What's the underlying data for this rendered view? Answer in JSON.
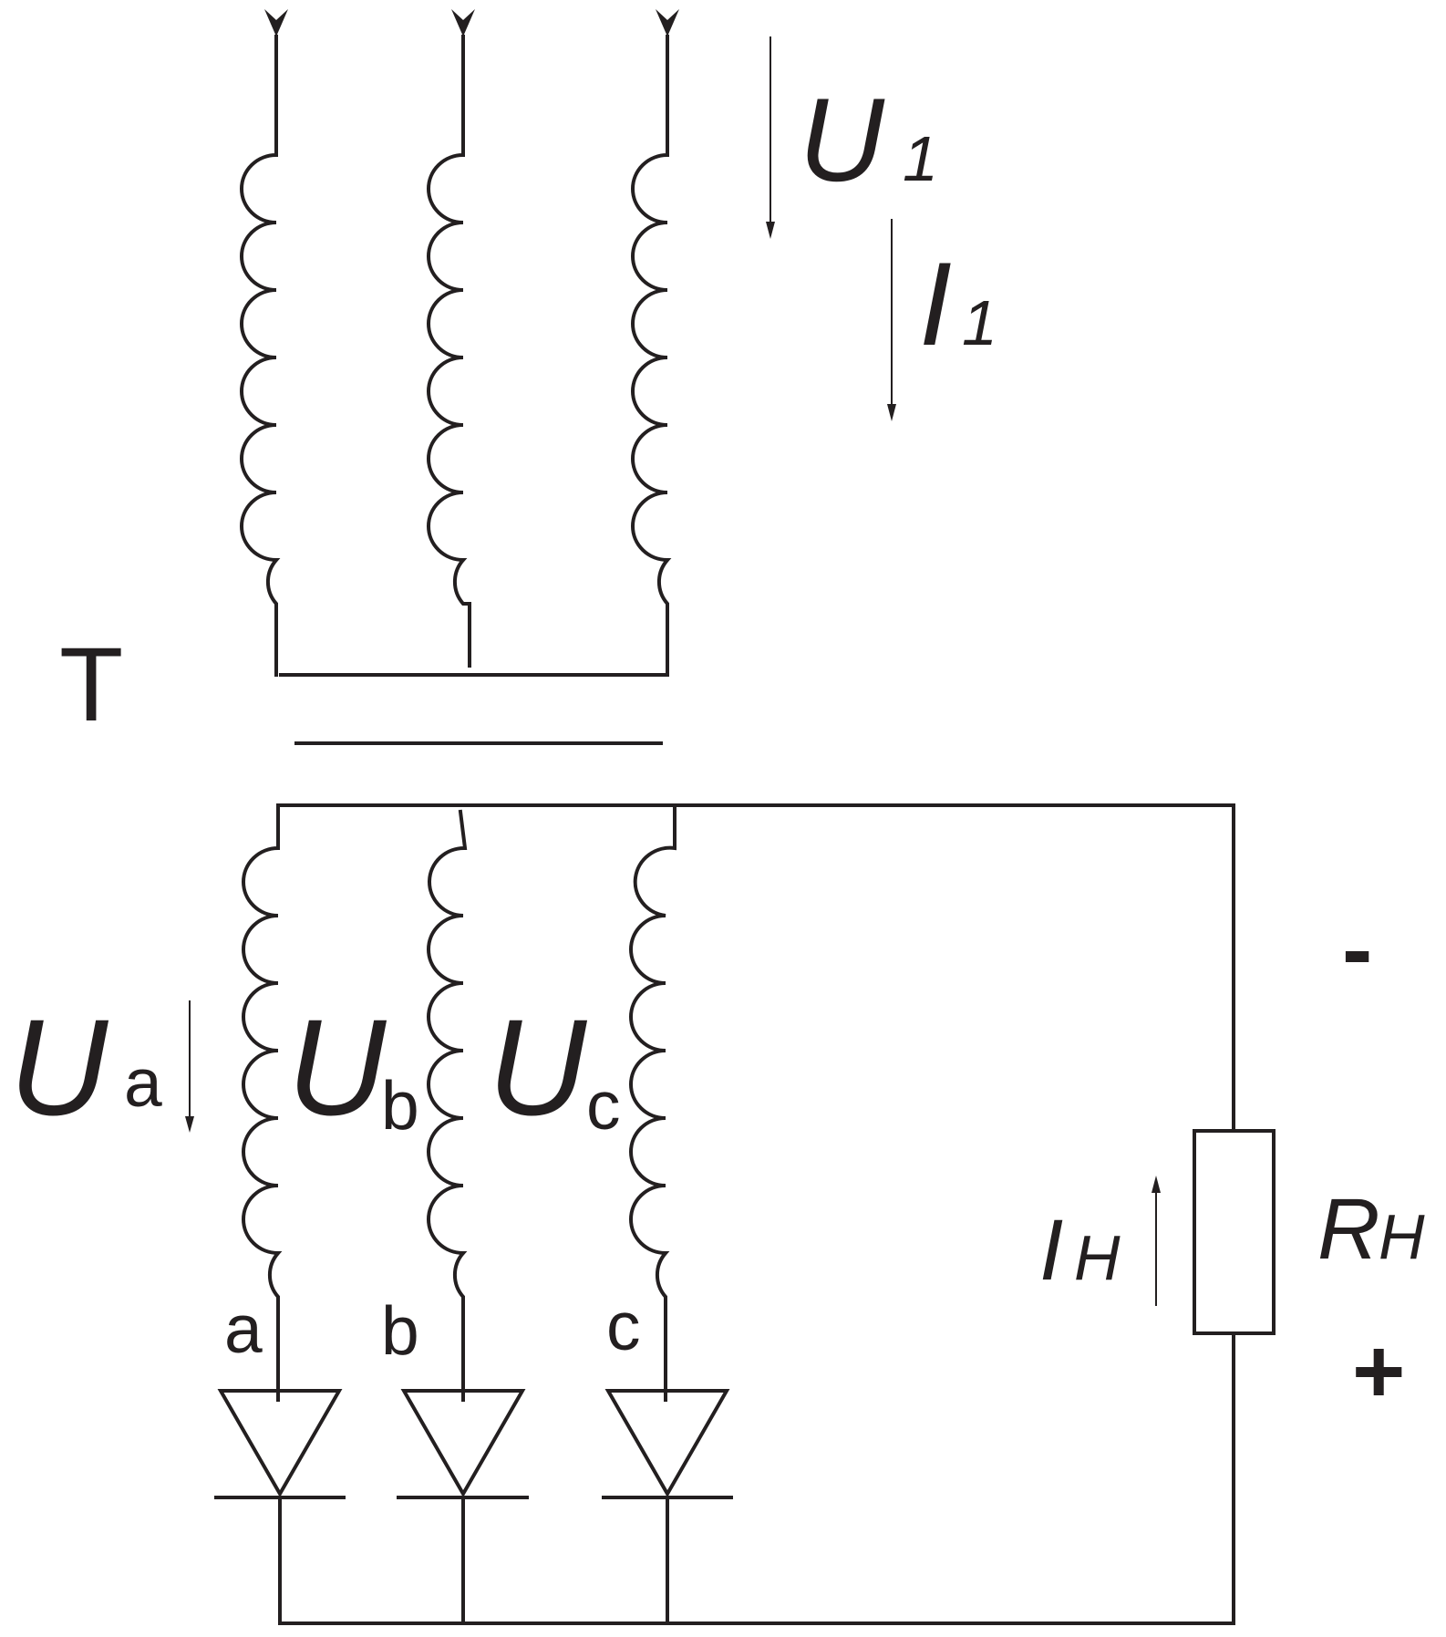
{
  "labels": {
    "transformer": "T",
    "primary_voltage": "U",
    "primary_voltage_sub": "1",
    "primary_current": "I",
    "primary_current_sub": "1",
    "phase_a_voltage": "U",
    "phase_a_voltage_sub": "a",
    "phase_b_voltage": "U",
    "phase_b_voltage_sub": "b",
    "phase_c_voltage": "U",
    "phase_c_voltage_sub": "c",
    "node_a": "a",
    "node_b": "b",
    "node_c": "c",
    "load_current": "I",
    "load_current_sub": "H",
    "load_resistance": "R",
    "load_resistance_sub": "H",
    "minus": "-",
    "plus": "+"
  },
  "colors": {
    "ink": "#231f20",
    "background": "#ffffff"
  }
}
